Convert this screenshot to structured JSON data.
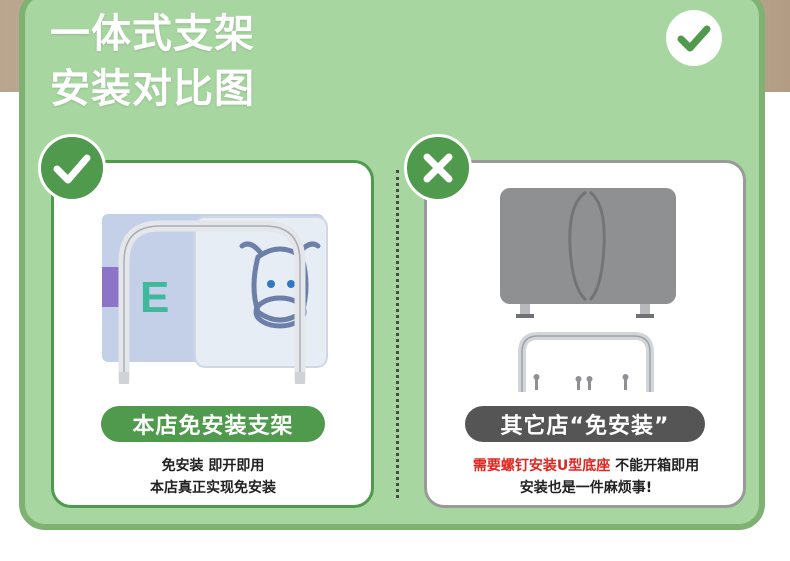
{
  "title": {
    "line1": "一体式支架",
    "line2": "安装对比图"
  },
  "top_icon": "check-icon",
  "left": {
    "badge_icon": "check-icon",
    "illustration_letter": "E",
    "pill": "本店免安装支架",
    "desc_line1": "免安装 即开即用",
    "desc_line2": "本店真正实现免安装"
  },
  "right": {
    "badge_icon": "close-icon",
    "pill": "其它店“免安装”",
    "desc_red": "需要螺钉安装U型底座",
    "desc_line1_rest": " 不能开箱即用",
    "desc_line2": "安装也是一件麻烦事!"
  },
  "colors": {
    "card_bg": "#a7d6a0",
    "card_border": "#7fb173",
    "accent_green": "#4f9a4c",
    "dark_gray": "#555555",
    "warning_red": "#e0261f"
  }
}
